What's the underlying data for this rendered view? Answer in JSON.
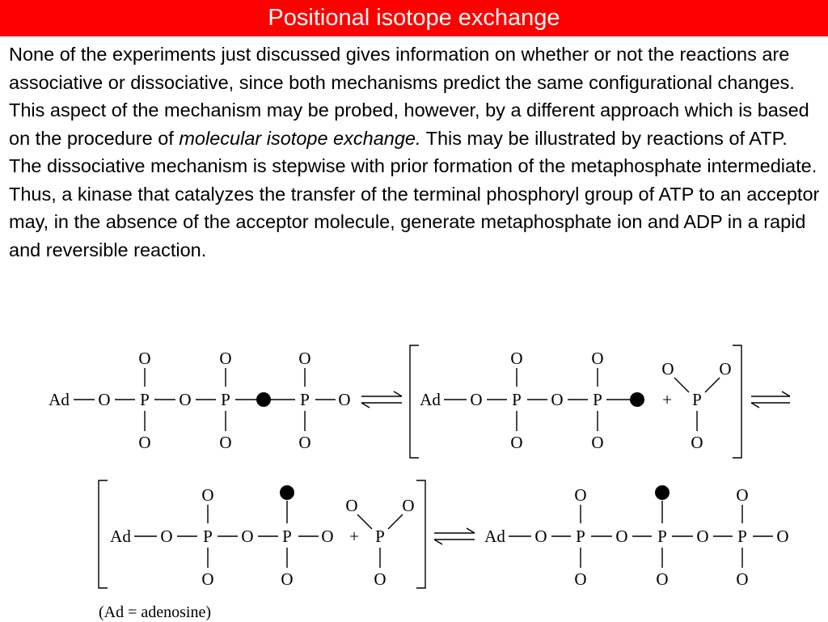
{
  "slide": {
    "title": "Positional isotope exchange",
    "paragraph_part1": "None of the experiments just discussed gives information on whether or not the reactions are associative or dissociative, since both mechanisms predict the same configurational changes. This aspect of the mechanism may be probed, however, by a different approach which is based on the procedure of ",
    "paragraph_italic": "molecular isotope exchange.",
    "paragraph_part2": " This may be illustrated by reactions of ATP. The dissociative mechanism is stepwise with prior formation of the metaphosphate intermediate. Thus, a kinase that catalyzes the transfer of the terminal phosphoryl group of ATP to an acceptor may, in the absence of the acceptor molecule, generate metaphosphate ion and ADP in a rapid and reversible reaction."
  },
  "scheme": {
    "ad": "Ad",
    "o": "O",
    "p": "P",
    "plus": "+",
    "caption": "(Ad = adenosine)"
  }
}
